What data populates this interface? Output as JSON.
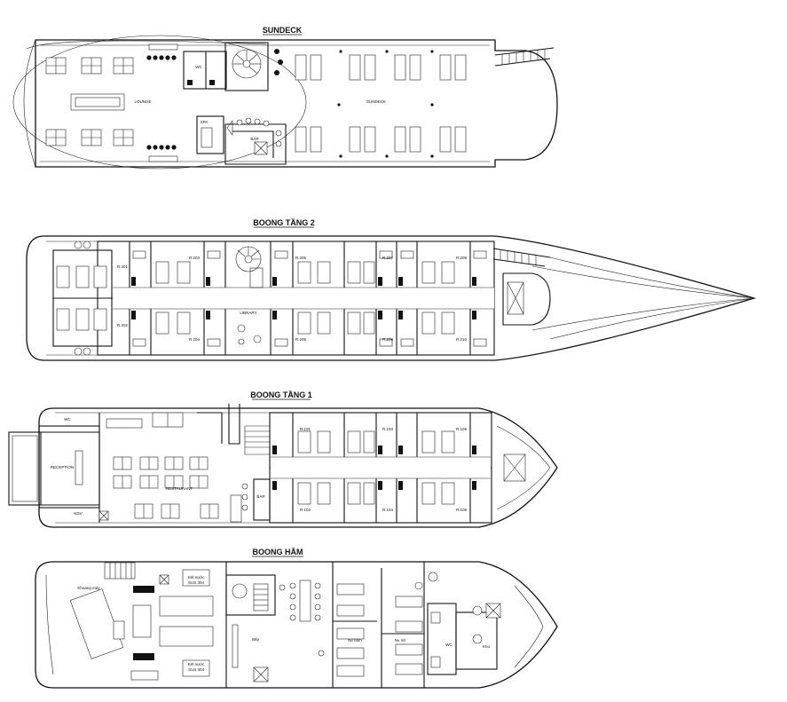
{
  "decks": {
    "sundeck": {
      "title": "SUNDECK",
      "labels": {
        "lounge": "LOUNGE",
        "wc": "WC",
        "spa": "SPA",
        "bar": "BAR",
        "sundeck": "SUNDECK"
      }
    },
    "deck2": {
      "title": "BOONG TẦNG 2",
      "labels": {
        "library": "LIBRARY"
      },
      "rooms_top": [
        "R.201",
        "R.203",
        "R.205",
        "R.207",
        "R.209"
      ],
      "rooms_bottom": [
        "R.202",
        "R.204",
        "R.206",
        "R.208",
        "R.210"
      ]
    },
    "deck1": {
      "title": "BOONG TẦNG 1",
      "labels": {
        "wc": "WC",
        "reception": "RECEPTION",
        "restaurant": "RESTAURANT",
        "bar": "BAR",
        "kdv": "KDV"
      },
      "rooms_top": [
        "R.101",
        "R.103",
        "R.105"
      ],
      "rooms_bottom": [
        "R.102",
        "R.104",
        "R.106"
      ]
    },
    "hold": {
      "title": "BOONG HẦM",
      "labels": {
        "engine": "Khoang máy",
        "tank_top_1": "Két nước",
        "tank_top_2": "SUS 304",
        "tank_bot_1": "Két nước",
        "tank_bot_2": "SUS 304",
        "kitchen": "Bếp",
        "nv_nam": "Nv nam",
        "nv_nu": "Nv nữ",
        "wc": "WC",
        "kho": "Kho"
      }
    }
  }
}
